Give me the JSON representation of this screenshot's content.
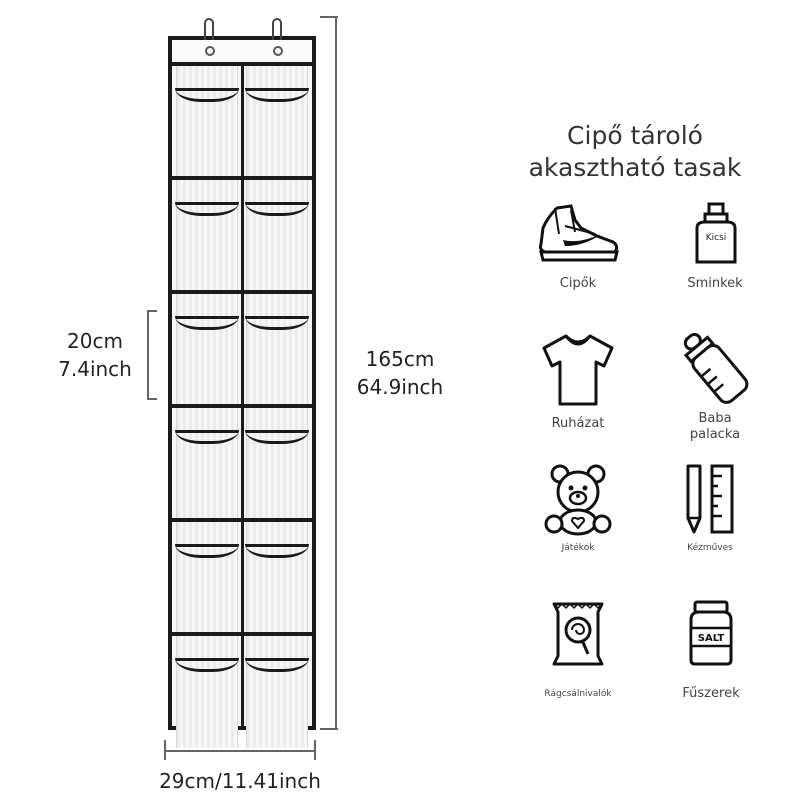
{
  "dimensions": {
    "pocket_height_cm": "20cm",
    "pocket_height_inch": "7.4inch",
    "total_height_cm": "165cm",
    "total_height_inch": "64.9inch",
    "width": "29cm/11.41inch"
  },
  "panel": {
    "title_line1": "Cipő tároló",
    "title_line2": "akasztható tasak",
    "items": [
      {
        "label": "Cipők",
        "icon": "sneaker-icon"
      },
      {
        "label": "Sminkek",
        "icon": "cosmetic-bottle-icon",
        "icon_text": "Kicsi"
      },
      {
        "label": "Ruházat",
        "icon": "tshirt-icon"
      },
      {
        "label_line1": "Baba",
        "label_line2": "palacka",
        "icon": "baby-bottle-icon"
      },
      {
        "label": "Játékok",
        "icon": "teddy-bear-icon"
      },
      {
        "label": "Kézműves",
        "icon": "pencil-ruler-icon"
      },
      {
        "label": "Rágcsálnivalók",
        "icon": "candy-bag-icon"
      },
      {
        "label": "Fűszerek",
        "icon": "salt-jar-icon",
        "icon_text": "SALT"
      }
    ]
  },
  "colors": {
    "frame": "#1a1a1a",
    "text": "#333333",
    "pocket": "#f0f0f0"
  }
}
